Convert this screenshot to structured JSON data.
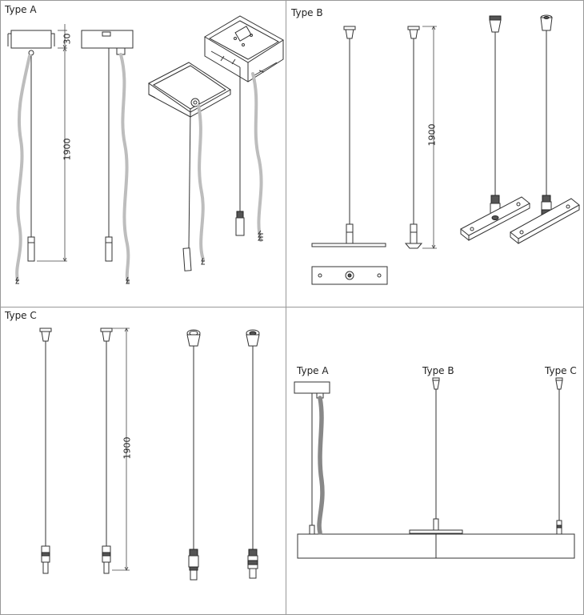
{
  "panels": {
    "a": {
      "title": "Type A",
      "dim_height": "1900",
      "dim_top": "30"
    },
    "b": {
      "title": "Type B",
      "dim_height": "1900"
    },
    "c": {
      "title": "Type C",
      "dim_height": "1900"
    },
    "d": {
      "labels": [
        "Type A",
        "Type B",
        "Type C"
      ]
    }
  }
}
